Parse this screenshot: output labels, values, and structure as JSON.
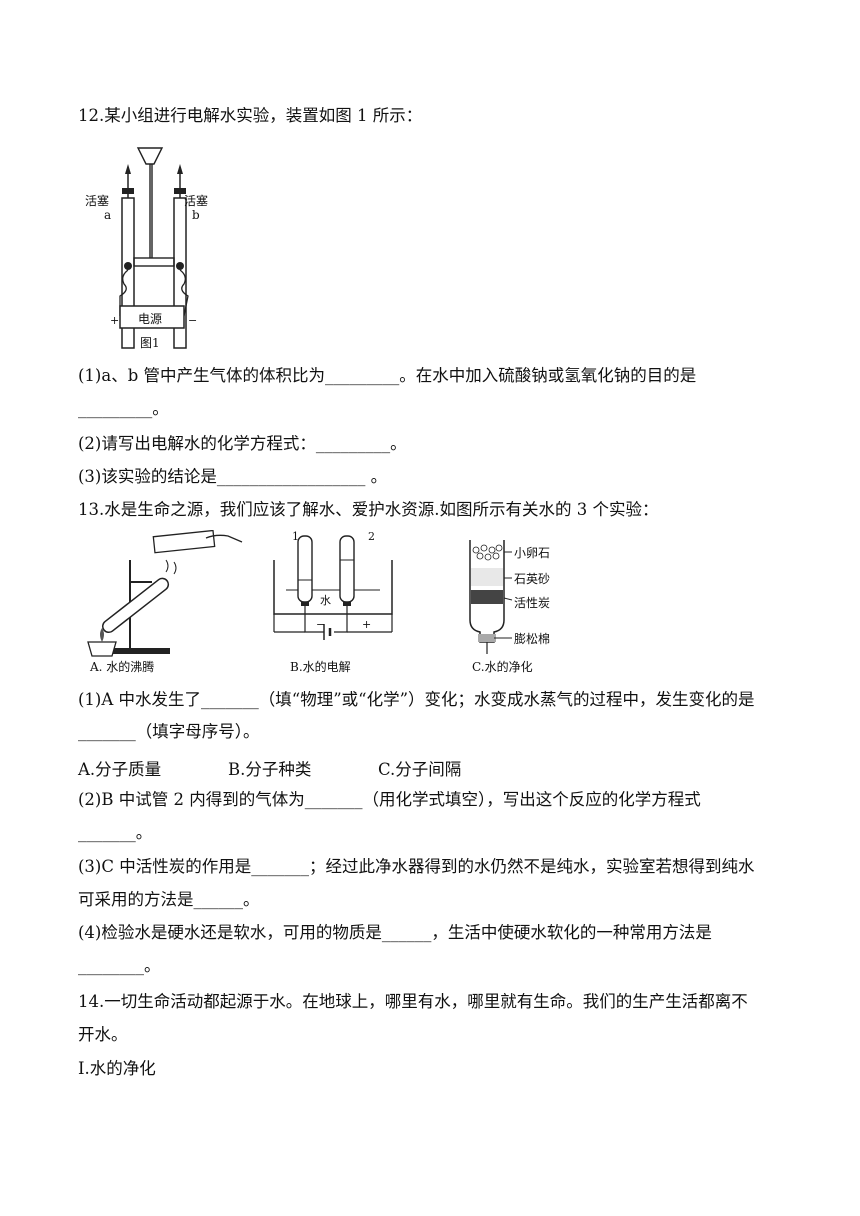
{
  "q12": {
    "stem": "12.某小组进行电解水实验，装置如图 1 所示：",
    "figure": {
      "label_left_stopcock": "活塞",
      "label_right_stopcock": "活塞",
      "label_a": "a",
      "label_b": "b",
      "label_power": "电源",
      "label_plus": "+",
      "label_minus": "−",
      "caption": "图1"
    },
    "p1_line1": "(1)a、b 管中产生气体的体积比为_________。在水中加入硫酸钠或氢氧化钠的目的是",
    "p1_line2": "_________。",
    "p2": "(2)请写出电解水的化学方程式：_________。",
    "p3": "(3)该实验的结论是__________________ 。"
  },
  "q13": {
    "stem": "13.水是生命之源，我们应该了解水、爱护水资源.如图所示有关水的 3 个实验：",
    "figA": {
      "caption": "A. 水的沸腾"
    },
    "figB": {
      "caption": "B.水的电解",
      "tube1": "1",
      "tube2": "2",
      "water": "水",
      "minus": "−",
      "plus": "+"
    },
    "figC": {
      "caption": "C.水的净化",
      "layer1": "小卵石",
      "layer2": "石英砂",
      "layer3": "活性炭",
      "layer4": "膨松棉"
    },
    "p1_line1": "(1)A 中水发生了_______（填“物理”或“化学”）变化；水变成水蒸气的过程中，发生变化的是",
    "p1_line2": "_______（填字母序号）。",
    "options": [
      "A.分子质量",
      "B.分子种类",
      "C.分子间隔"
    ],
    "p2_line1": "(2)B 中试管 2 内得到的气体为_______（用化学式填空），写出这个反应的化学方程式",
    "p2_line2": "_______。",
    "p3_line1": "(3)C 中活性炭的作用是_______；经过此净水器得到的水仍然不是纯水，实验室若想得到纯水",
    "p3_line2": "可采用的方法是______。",
    "p4_line1": "(4)检验水是硬水还是软水，可用的物质是______，生活中使硬水软化的一种常用方法是",
    "p4_line2": "________。"
  },
  "q14": {
    "stem_line1": "14.一切生命活动都起源于水。在地球上，哪里有水，哪里就有生命。我们的生产生活都离不",
    "stem_line2": "开水。",
    "section": "Ⅰ.水的净化"
  }
}
